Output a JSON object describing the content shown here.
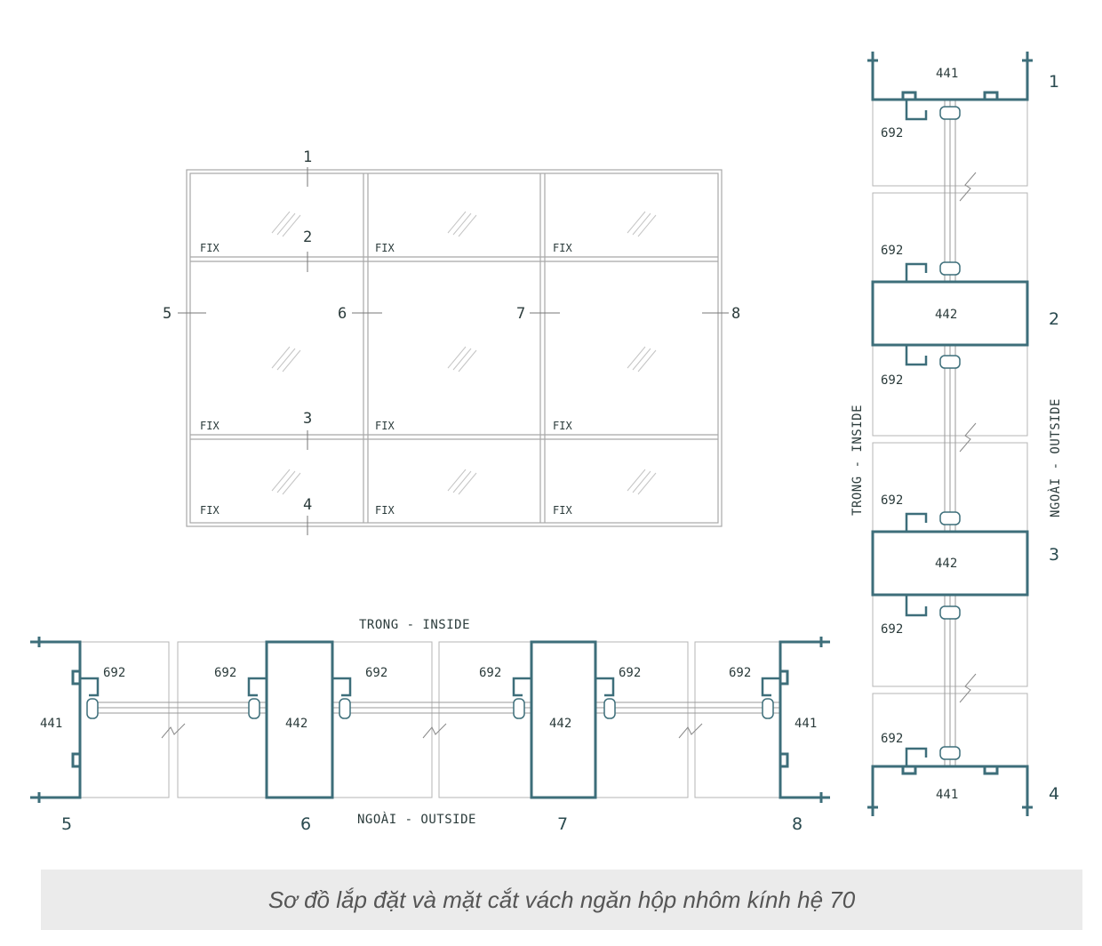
{
  "elevation": {
    "section_markers": [
      "1",
      "2",
      "3",
      "4",
      "5",
      "6",
      "7",
      "8"
    ],
    "panel_label": "FIX"
  },
  "horizontal_section": {
    "top_side_label": "TRONG - INSIDE",
    "bottom_side_label": "NGOÀI - OUTSIDE",
    "profile_frame": "441",
    "profile_mullion": "442",
    "profile_bead": "692",
    "section_numbers": [
      "5",
      "6",
      "7",
      "8"
    ]
  },
  "vertical_section": {
    "left_side_label": "TRONG - INSIDE",
    "right_side_label": "NGOÀI - OUTSIDE",
    "profile_frame": "441",
    "profile_transom": "442",
    "profile_bead": "692",
    "section_numbers": [
      "1",
      "2",
      "3",
      "4"
    ]
  },
  "caption": "Sơ đồ lắp đặt và mặt cắt vách ngăn hộp nhôm kính hệ 70",
  "colors": {
    "profile": "#3d6e7a",
    "line": "#9a9a9a",
    "text": "#2b3b3b",
    "caption_bg": "#ebebeb",
    "caption_text": "#555555"
  }
}
